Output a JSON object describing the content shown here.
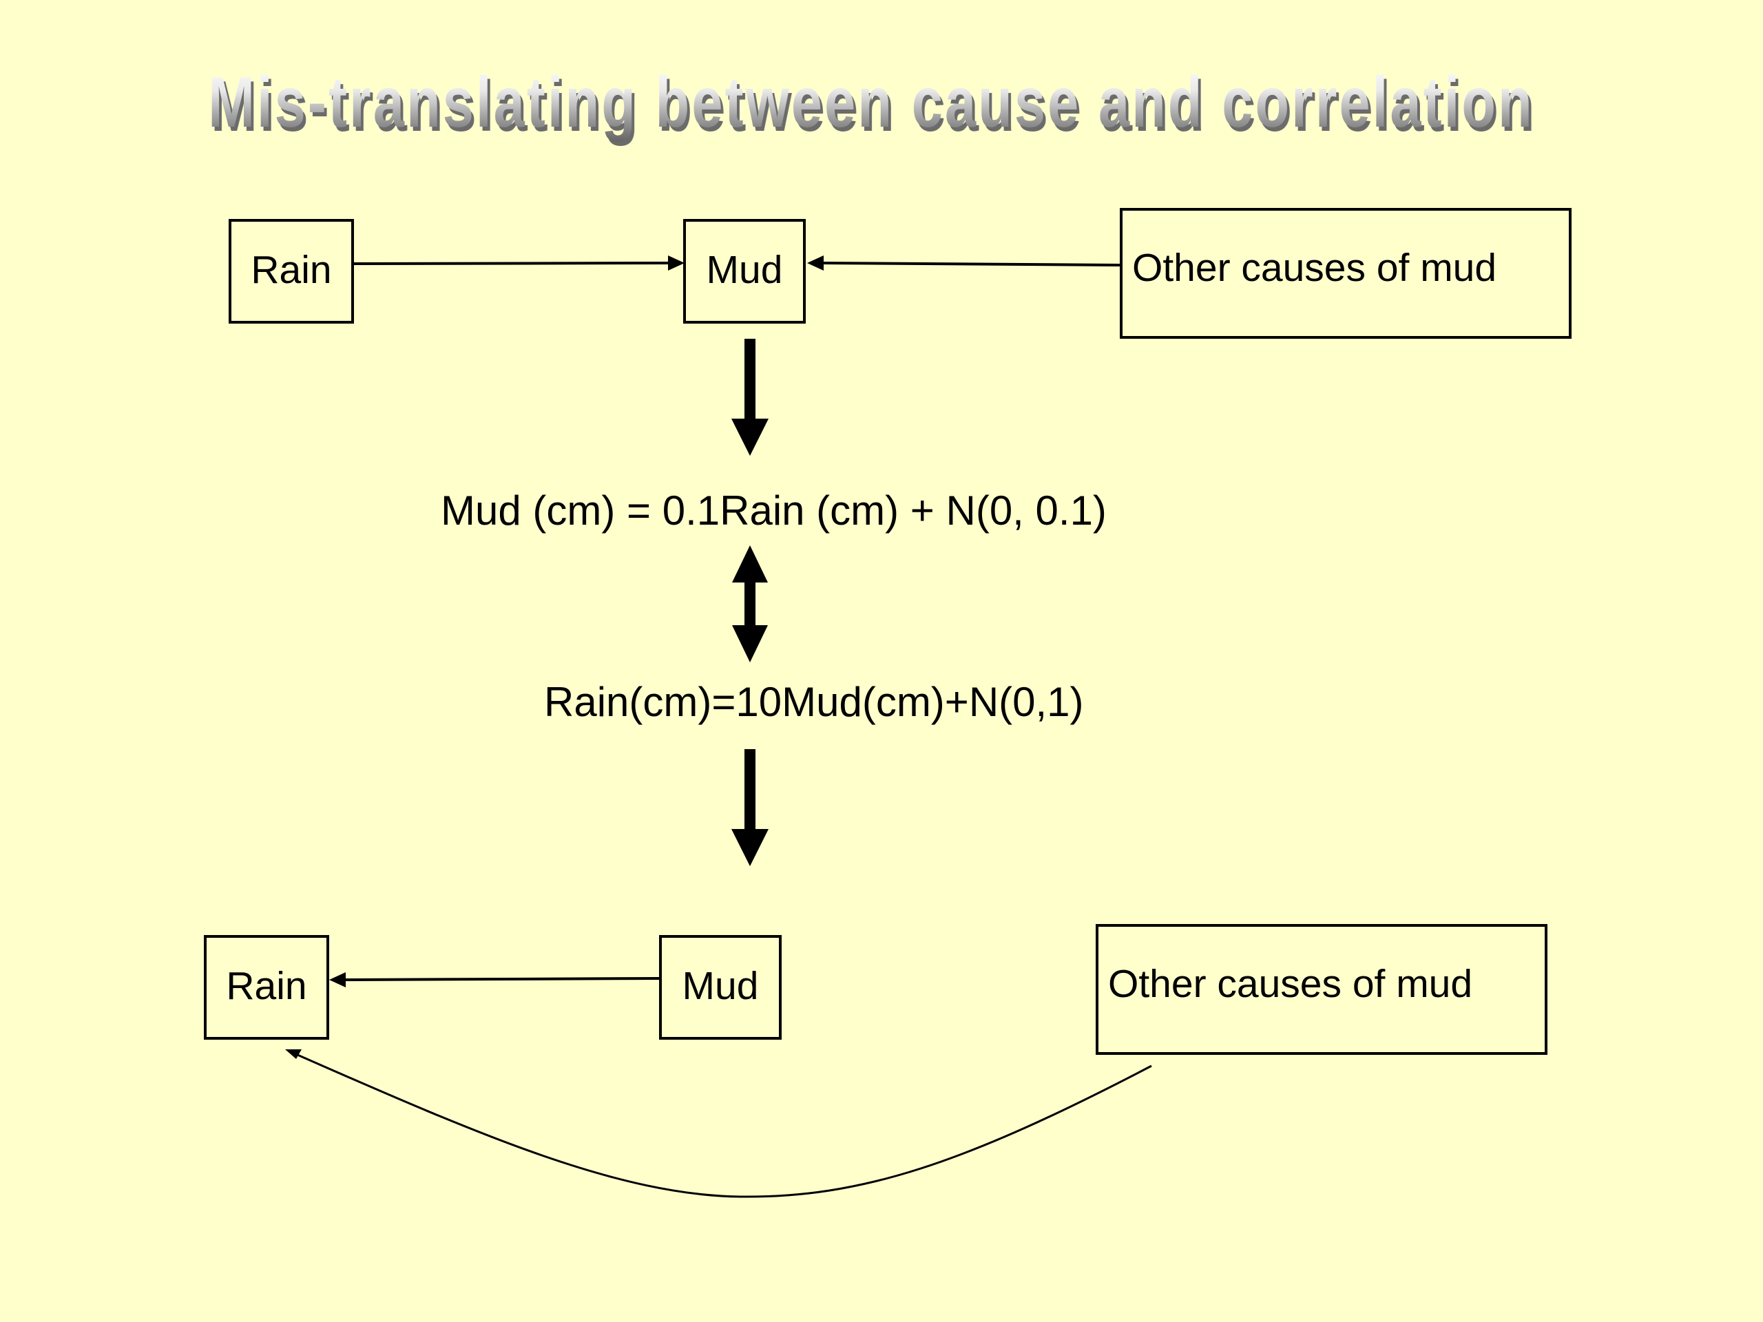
{
  "title": "Mis-translating between cause and correlation",
  "top_diagram": {
    "rain": "Rain",
    "mud": "Mud",
    "other": "Other causes of mud"
  },
  "equations": {
    "mud_from_rain": "Mud (cm) = 0.1Rain (cm) + N(0, 0.1)",
    "rain_from_mud": "Rain(cm)=10Mud(cm)+N(0,1)"
  },
  "bottom_diagram": {
    "rain": "Rain",
    "mud": "Mud",
    "other": "Other causes of mud"
  },
  "colors": {
    "background": "#ffffcc",
    "stroke": "#000000"
  }
}
